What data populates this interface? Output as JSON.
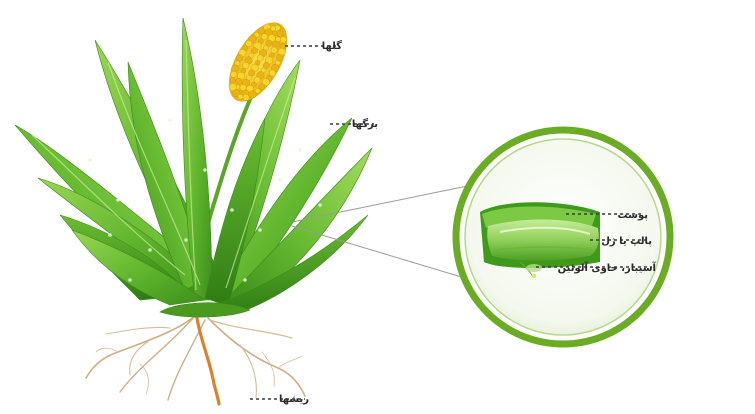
{
  "labels": {
    "flowers": "گلها",
    "leaves": "برگها",
    "roots": "ریشها",
    "skin": "پوست",
    "pulp": "پالپ یا ژل",
    "aloin": "آسیبار، حاوی آلوئین"
  },
  "colors": {
    "leaf_dark": "#3f9a1c",
    "leaf_light": "#8fd24a",
    "flower": "#f2c81e",
    "root": "#c9a070",
    "tap_root": "#d9822b",
    "ring": "#63a91f"
  }
}
